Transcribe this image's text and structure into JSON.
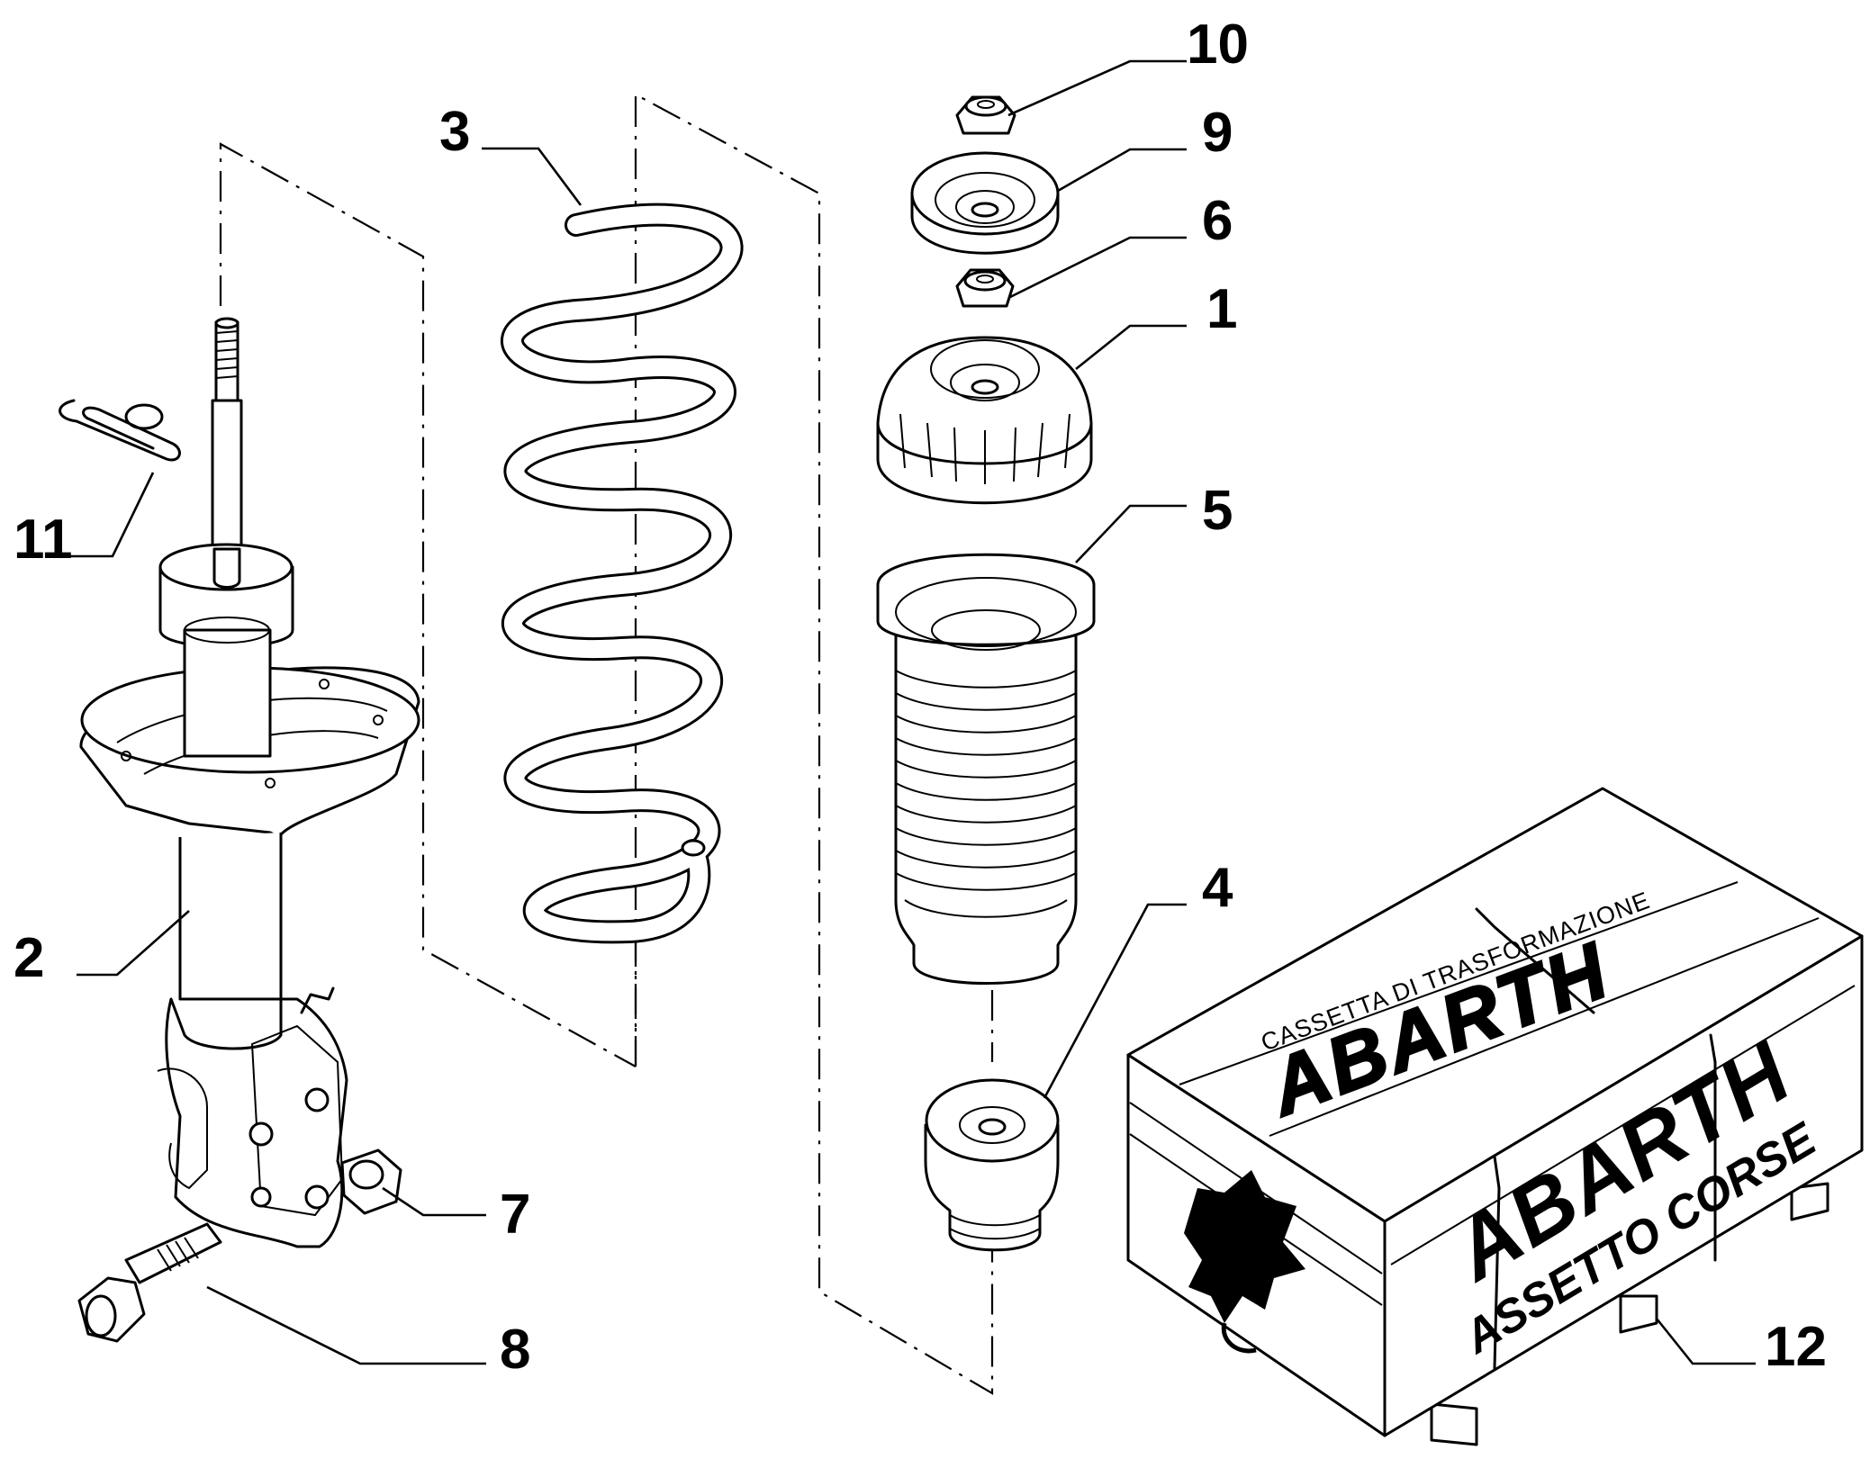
{
  "callouts": {
    "c1": "1",
    "c2": "2",
    "c3": "3",
    "c4": "4",
    "c5": "5",
    "c6": "6",
    "c7": "7",
    "c8": "8",
    "c9": "9",
    "c10": "10",
    "c11": "11",
    "c12": "12"
  },
  "box": {
    "top_line1": "CASSETTA DI TRASFORMAZIONE",
    "top_logo": "ABARTH",
    "side_logo": "ABARTH",
    "side_line2": "ASSETTO CORSE"
  },
  "colors": {
    "line": "#000000",
    "background": "#ffffff"
  },
  "icons": {
    "box_emblem": "scorpion-icon"
  }
}
